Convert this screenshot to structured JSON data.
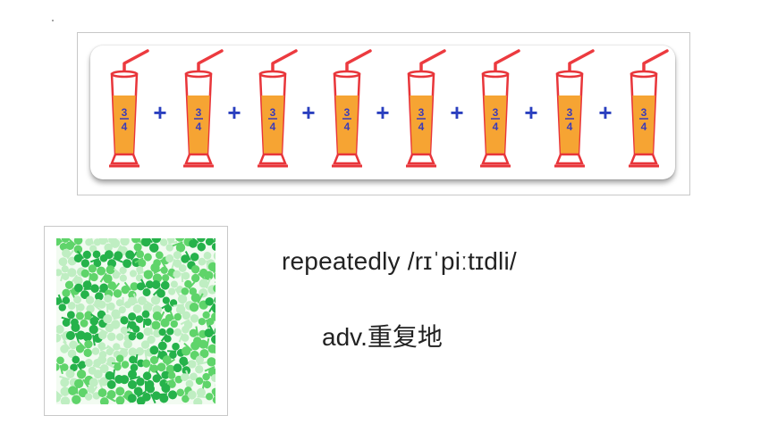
{
  "slide": {
    "fraction_numerator": "3",
    "fraction_denominator": "4",
    "operator": "+",
    "glass_count": 8,
    "word": "repeatedly /rɪˈpiːtɪdli/",
    "meaning": "adv.重复地"
  },
  "colors": {
    "juice": "#f6a433",
    "glass_outline": "#e8353a",
    "straw": "#ec3a3f",
    "fraction_text": "#3b3bb8",
    "plus": "#2a3fbf",
    "clover_light": "#bfeec2",
    "clover_mid": "#5fd46a",
    "clover_dark": "#25b24a",
    "clover_bg": "#f2fbf1"
  }
}
